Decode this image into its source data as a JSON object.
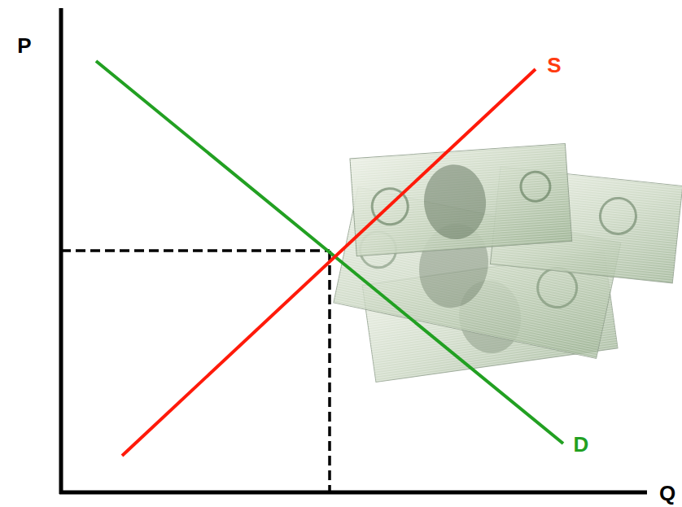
{
  "diagram": {
    "labels": [
      "P",
      "S",
      "D",
      "Q"
    ]
  }
}
